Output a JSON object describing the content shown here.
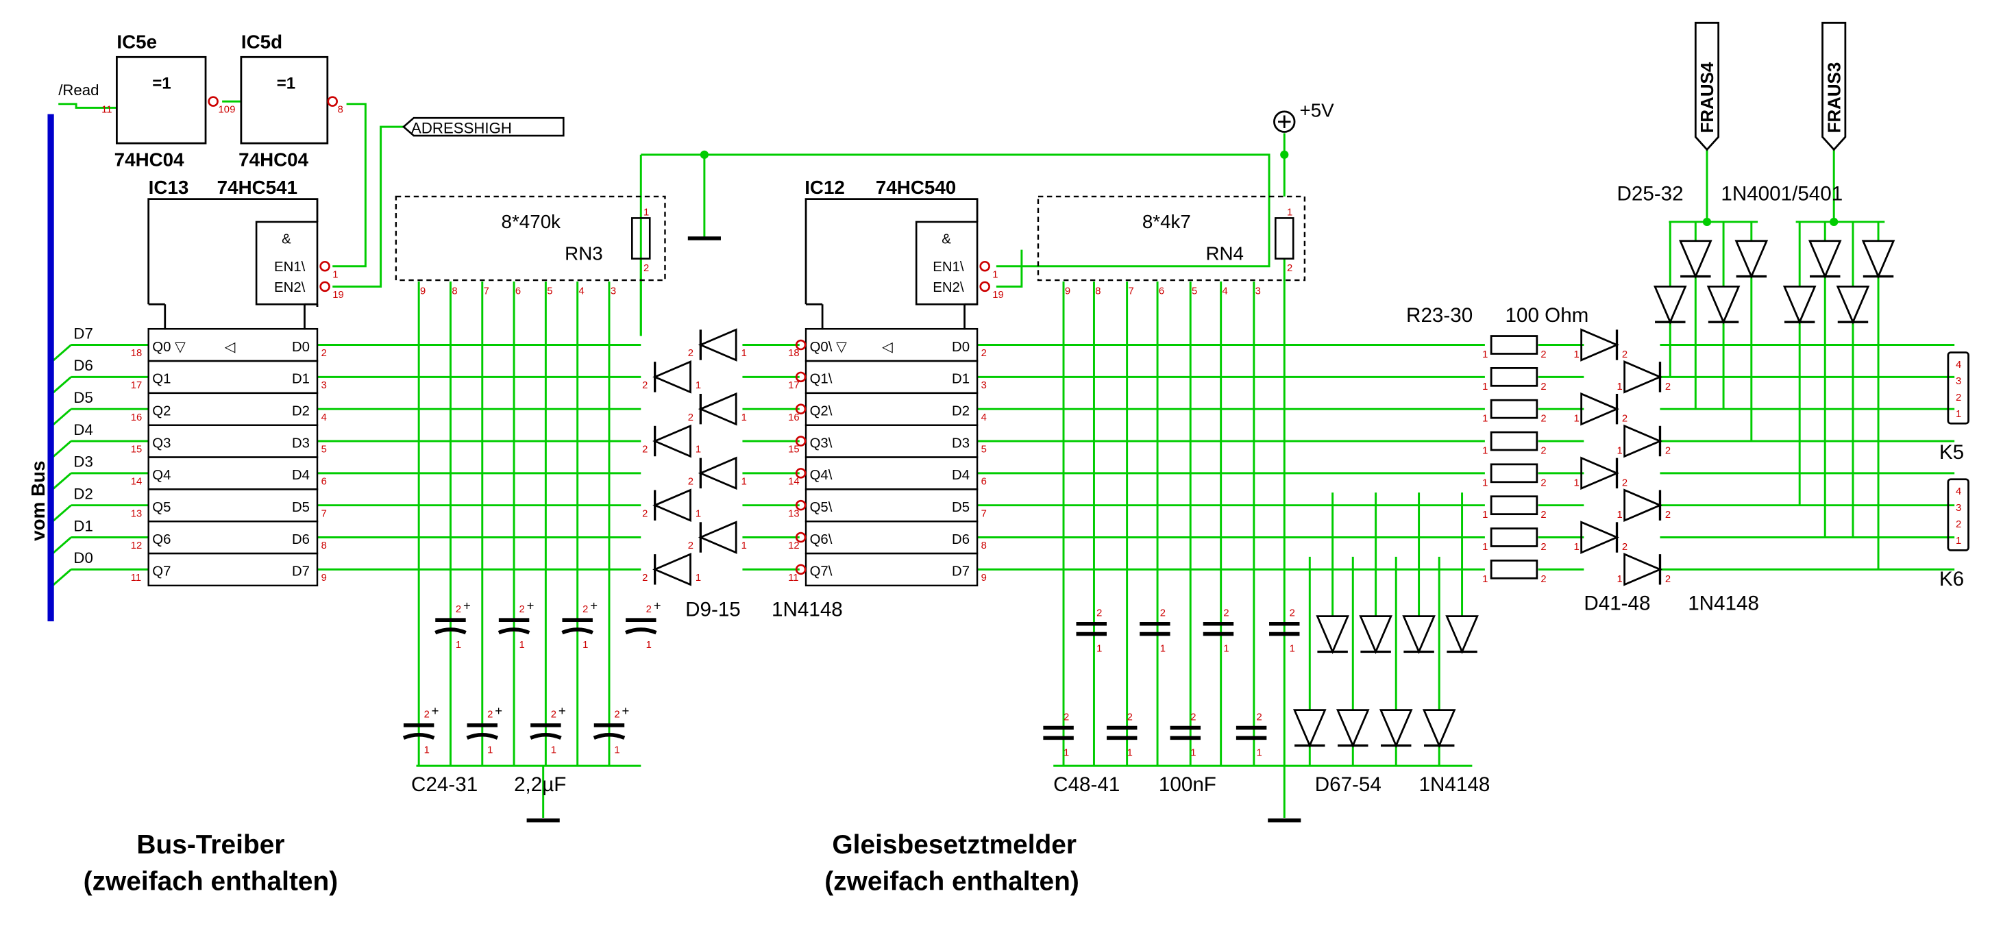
{
  "ic5e": {
    "name": "IC5e",
    "type": "74HC04",
    "func": "=1",
    "in_pin": "11",
    "out_pin": "10"
  },
  "ic5d": {
    "name": "IC5d",
    "type": "74HC04",
    "func": "=1",
    "in_pin": "9",
    "out_pin": "8"
  },
  "read_signal": "/Read",
  "adresshigh": "ADRESSHIGH",
  "ic13": {
    "name": "IC13",
    "type": "74HC541",
    "en1": "EN1\\",
    "en2": "EN2\\",
    "amp": "&",
    "left": [
      "Q0 ▽",
      "Q1",
      "Q2",
      "Q3",
      "Q4",
      "Q5",
      "Q6",
      "Q7"
    ],
    "right": [
      "D0",
      "D1",
      "D2",
      "D3",
      "D4",
      "D5",
      "D6",
      "D7"
    ],
    "lpins": [
      "18",
      "17",
      "16",
      "15",
      "14",
      "13",
      "12",
      "11"
    ],
    "rpins": [
      "2",
      "3",
      "4",
      "5",
      "6",
      "7",
      "8",
      "9"
    ],
    "enpins": [
      "1",
      "19"
    ]
  },
  "ic12": {
    "name": "IC12",
    "type": "74HC540",
    "en1": "EN1\\",
    "en2": "EN2\\",
    "amp": "&",
    "left": [
      "Q0\\ ▽",
      "Q1\\",
      "Q2\\",
      "Q3\\",
      "Q4\\",
      "Q5\\",
      "Q6\\",
      "Q7\\"
    ],
    "right": [
      "D0",
      "D1",
      "D2",
      "D3",
      "D4",
      "D5",
      "D6",
      "D7"
    ],
    "lpins": [
      "18",
      "17",
      "16",
      "15",
      "14",
      "13",
      "12",
      "11"
    ],
    "rpins": [
      "2",
      "3",
      "4",
      "5",
      "6",
      "7",
      "8",
      "9"
    ],
    "enpins": [
      "1",
      "19"
    ]
  },
  "rn3": {
    "value": "8*470k",
    "name": "RN3",
    "pins": [
      "9",
      "8",
      "7",
      "6",
      "5",
      "4",
      "3"
    ],
    "p1": "1",
    "p2": "2"
  },
  "rn4": {
    "value": "8*4k7",
    "name": "RN4",
    "pins": [
      "9",
      "8",
      "7",
      "6",
      "5",
      "4",
      "3"
    ],
    "p1": "1",
    "p2": "2"
  },
  "bus": {
    "label": "vom Bus",
    "lines": [
      "D7",
      "D6",
      "D5",
      "D4",
      "D3",
      "D2",
      "D1",
      "D0"
    ]
  },
  "supply": "+5V",
  "c24": {
    "label": "C24-31",
    "value": "2,2µF"
  },
  "c48": {
    "label": "C48-41",
    "value": "100nF"
  },
  "d9": {
    "label": "D9-15",
    "value": "1N4148"
  },
  "d67": {
    "label": "D67-54",
    "value": "1N4148"
  },
  "d41": {
    "label": "D41-48",
    "value": "1N4148"
  },
  "d25": {
    "label": "D25-32",
    "value": "1N4001/5401"
  },
  "r23": {
    "label": "R23-30",
    "value": "100 Ohm"
  },
  "fraus4": "FRAUS4",
  "fraus3": "FRAUS3",
  "k5": "K5",
  "k6": "K6",
  "k_pins": [
    "4",
    "3",
    "2",
    "1"
  ],
  "title_left": {
    "line1": "Bus-Treiber",
    "line2": "(zweifach enthalten)"
  },
  "title_mid": {
    "line1": "Gleisbesetztmelder",
    "line2": "(zweifach enthalten)"
  },
  "colors": {
    "wire": "#00cc00",
    "pin": "#cc0000",
    "bus": "#0000cc",
    "part": "#000000"
  }
}
